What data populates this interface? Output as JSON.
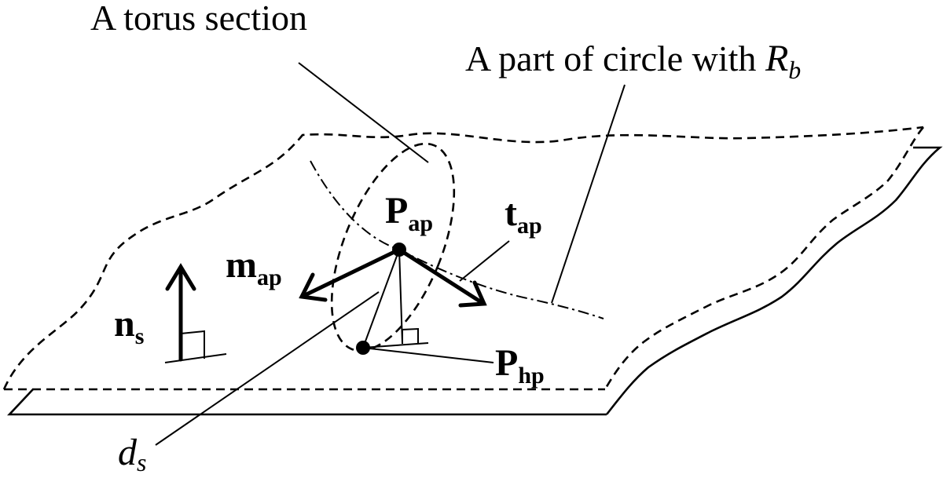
{
  "labels": {
    "torus_section": "A torus section",
    "circle_part": "A part of circle with ",
    "circle_radius_symbol": "R",
    "circle_radius_sub": "b",
    "p_ap": "P",
    "p_ap_sub": "ap",
    "t_ap": "t",
    "t_ap_sub": "ap",
    "m_ap": "m",
    "m_ap_sub": "ap",
    "n_s": "n",
    "n_s_sub": "s",
    "p_hp": "P",
    "p_hp_sub": "hp",
    "d_s": "d",
    "d_s_sub": "s"
  }
}
